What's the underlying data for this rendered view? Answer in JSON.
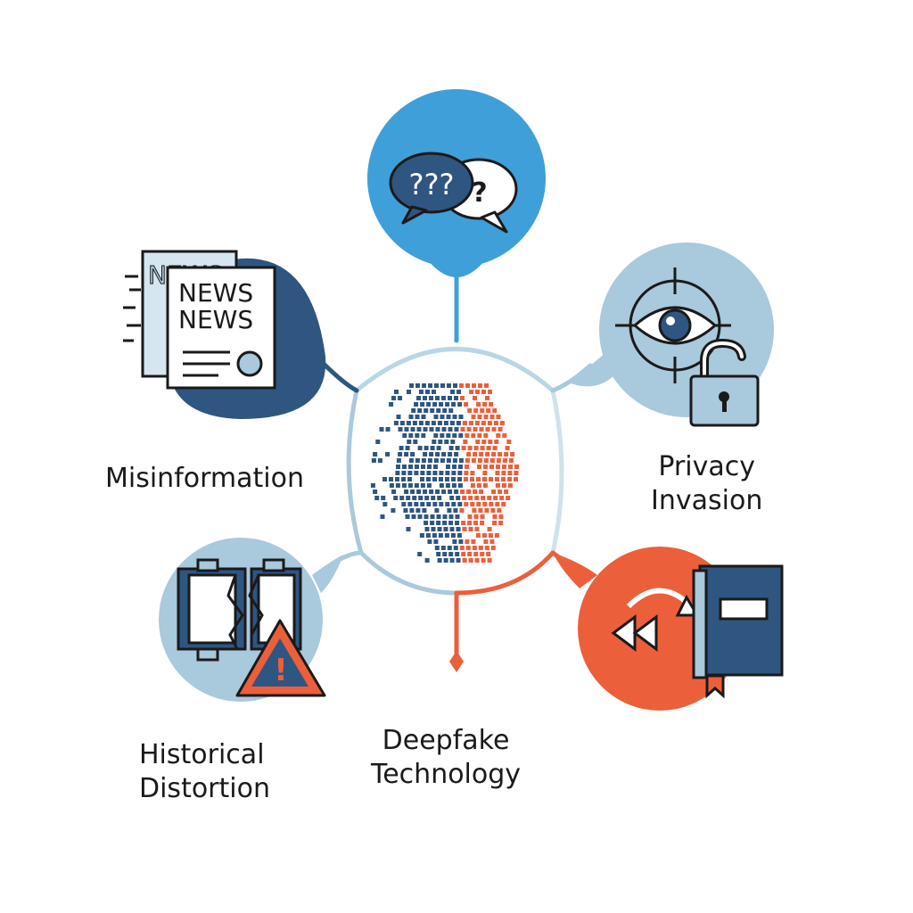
{
  "labels": {
    "misinformation": "Misinformation",
    "privacy_line1": "Privacy",
    "privacy_line2": "Invasion",
    "historical_line1": "Historical",
    "historical_line2": "Distortion",
    "deepfake_line1": "Deepfake",
    "deepfake_line2": "Technology"
  },
  "icon_text": {
    "news_back": "NEWS",
    "news_line1": "NEWS",
    "news_line2": "NEWS",
    "question_bubble": "???",
    "question_small": "?",
    "warning": "!"
  },
  "icons": [
    "question-bubbles-icon",
    "newspaper-icon",
    "eye-target-icon",
    "padlock-icon",
    "pixel-face-icon",
    "broken-scroll-icon",
    "warning-icon",
    "rewind-icon",
    "book-icon"
  ],
  "colors": {
    "navy": "#2f5680",
    "sky": "#3f9fd8",
    "pale_blue": "#a9c9dc",
    "orange": "#ec5f3b",
    "light_blue_line": "#b9d6e6",
    "text": "#1a1a1a"
  }
}
